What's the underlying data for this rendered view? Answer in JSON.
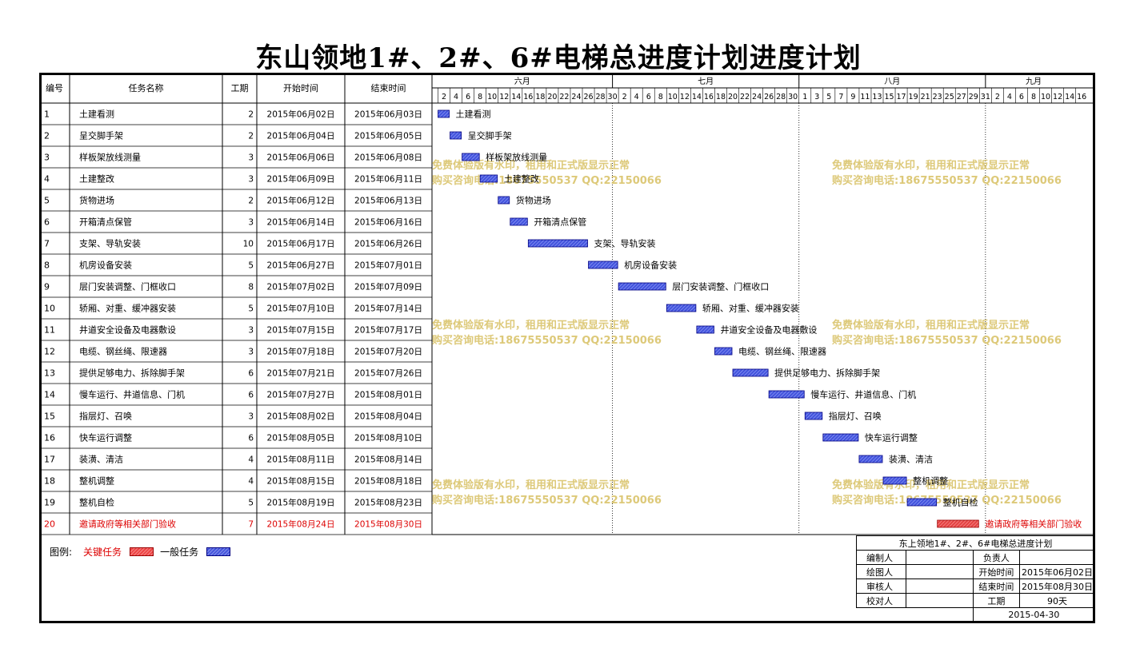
{
  "title": "东山领地1#、2#、6#电梯总进度计划进度计划",
  "headers": {
    "id": "编号",
    "name": "任务名称",
    "duration": "工期",
    "start": "开始时间",
    "end": "结束时间"
  },
  "months": [
    "六月",
    "七月",
    "八月",
    "九月"
  ],
  "day_ticks": {
    "june": [
      2,
      4,
      6,
      8,
      10,
      12,
      14,
      16,
      18,
      20,
      22,
      24,
      26,
      28,
      30
    ],
    "july": [
      2,
      4,
      6,
      8,
      10,
      12,
      14,
      16,
      18,
      20,
      22,
      24,
      26,
      28,
      30
    ],
    "august": [
      1,
      3,
      5,
      7,
      9,
      11,
      13,
      15,
      17,
      19,
      21,
      23,
      25,
      27,
      29,
      31
    ],
    "september": [
      2,
      4,
      6,
      8,
      10,
      12,
      14,
      16
    ]
  },
  "tasks": [
    {
      "id": "1",
      "name": "土建看测",
      "duration": "2",
      "start": "2015年06月02日",
      "end": "2015年06月03日",
      "critical": false
    },
    {
      "id": "2",
      "name": "呈交脚手架",
      "duration": "2",
      "start": "2015年06月04日",
      "end": "2015年06月05日",
      "critical": false
    },
    {
      "id": "3",
      "name": "样板架放线测量",
      "duration": "3",
      "start": "2015年06月06日",
      "end": "2015年06月08日",
      "critical": false
    },
    {
      "id": "4",
      "name": "土建整改",
      "duration": "3",
      "start": "2015年06月09日",
      "end": "2015年06月11日",
      "critical": false
    },
    {
      "id": "5",
      "name": "货物进场",
      "duration": "2",
      "start": "2015年06月12日",
      "end": "2015年06月13日",
      "critical": false
    },
    {
      "id": "6",
      "name": "开箱清点保管",
      "duration": "3",
      "start": "2015年06月14日",
      "end": "2015年06月16日",
      "critical": false
    },
    {
      "id": "7",
      "name": "支架、导轨安装",
      "duration": "10",
      "start": "2015年06月17日",
      "end": "2015年06月26日",
      "critical": false
    },
    {
      "id": "8",
      "name": "机房设备安装",
      "duration": "5",
      "start": "2015年06月27日",
      "end": "2015年07月01日",
      "critical": false
    },
    {
      "id": "9",
      "name": "层门安装调整、门框收口",
      "duration": "8",
      "start": "2015年07月02日",
      "end": "2015年07月09日",
      "critical": false
    },
    {
      "id": "10",
      "name": "轿厢、对重、缓冲器安装",
      "duration": "5",
      "start": "2015年07月10日",
      "end": "2015年07月14日",
      "critical": false
    },
    {
      "id": "11",
      "name": "井道安全设备及电器敷设",
      "duration": "3",
      "start": "2015年07月15日",
      "end": "2015年07月17日",
      "critical": false
    },
    {
      "id": "12",
      "name": "电缆、钢丝绳、限速器",
      "duration": "3",
      "start": "2015年07月18日",
      "end": "2015年07月20日",
      "critical": false
    },
    {
      "id": "13",
      "name": "提供足够电力、拆除脚手架",
      "duration": "6",
      "start": "2015年07月21日",
      "end": "2015年07月26日",
      "critical": false
    },
    {
      "id": "14",
      "name": "慢车运行、井道信息、门机",
      "duration": "6",
      "start": "2015年07月27日",
      "end": "2015年08月01日",
      "critical": false
    },
    {
      "id": "15",
      "name": "指层灯、召唤",
      "duration": "3",
      "start": "2015年08月02日",
      "end": "2015年08月04日",
      "critical": false
    },
    {
      "id": "16",
      "name": "快车运行调整",
      "duration": "6",
      "start": "2015年08月05日",
      "end": "2015年08月10日",
      "critical": false
    },
    {
      "id": "17",
      "name": "装潢、清洁",
      "duration": "4",
      "start": "2015年08月11日",
      "end": "2015年08月14日",
      "critical": false
    },
    {
      "id": "18",
      "name": "整机调整",
      "duration": "4",
      "start": "2015年08月15日",
      "end": "2015年08月18日",
      "critical": false
    },
    {
      "id": "19",
      "name": "整机自检",
      "duration": "5",
      "start": "2015年08月19日",
      "end": "2015年08月23日",
      "critical": false
    },
    {
      "id": "20",
      "name": "邀请政府等相关部门验收",
      "duration": "7",
      "start": "2015年08月24日",
      "end": "2015年08月30日",
      "critical": true
    }
  ],
  "watermark": {
    "line1": "免费体验版有水印，租用和正式版显示正常",
    "line2": "购买咨询电话:18675550537 QQ:22150066"
  },
  "legend": {
    "label": "图例:",
    "critical": "关键任务",
    "normal": "一般任务"
  },
  "info": {
    "title": "东上领地1#、2#、6#电梯总进度计划",
    "editor_label": "编制人",
    "editor": "",
    "owner_label": "负责人",
    "owner": "",
    "drawer_label": "绘图人",
    "drawer": "",
    "start_label": "开始时间",
    "start": "2015年06月02日",
    "reviewer_label": "审核人",
    "reviewer": "",
    "end_label": "结束时间",
    "end": "2015年08月30日",
    "checker_label": "校对人",
    "checker": "",
    "duration_label": "工期",
    "duration": "90天",
    "date": "2015-04-30"
  },
  "colors": {
    "normal_bar": "#4455dd",
    "critical_bar": "#e44444",
    "critical_text": "#dd0000",
    "watermark": "#d9c36a"
  },
  "timeline": {
    "start_date": "2015-06-01",
    "end_date": "2015-09-17"
  }
}
